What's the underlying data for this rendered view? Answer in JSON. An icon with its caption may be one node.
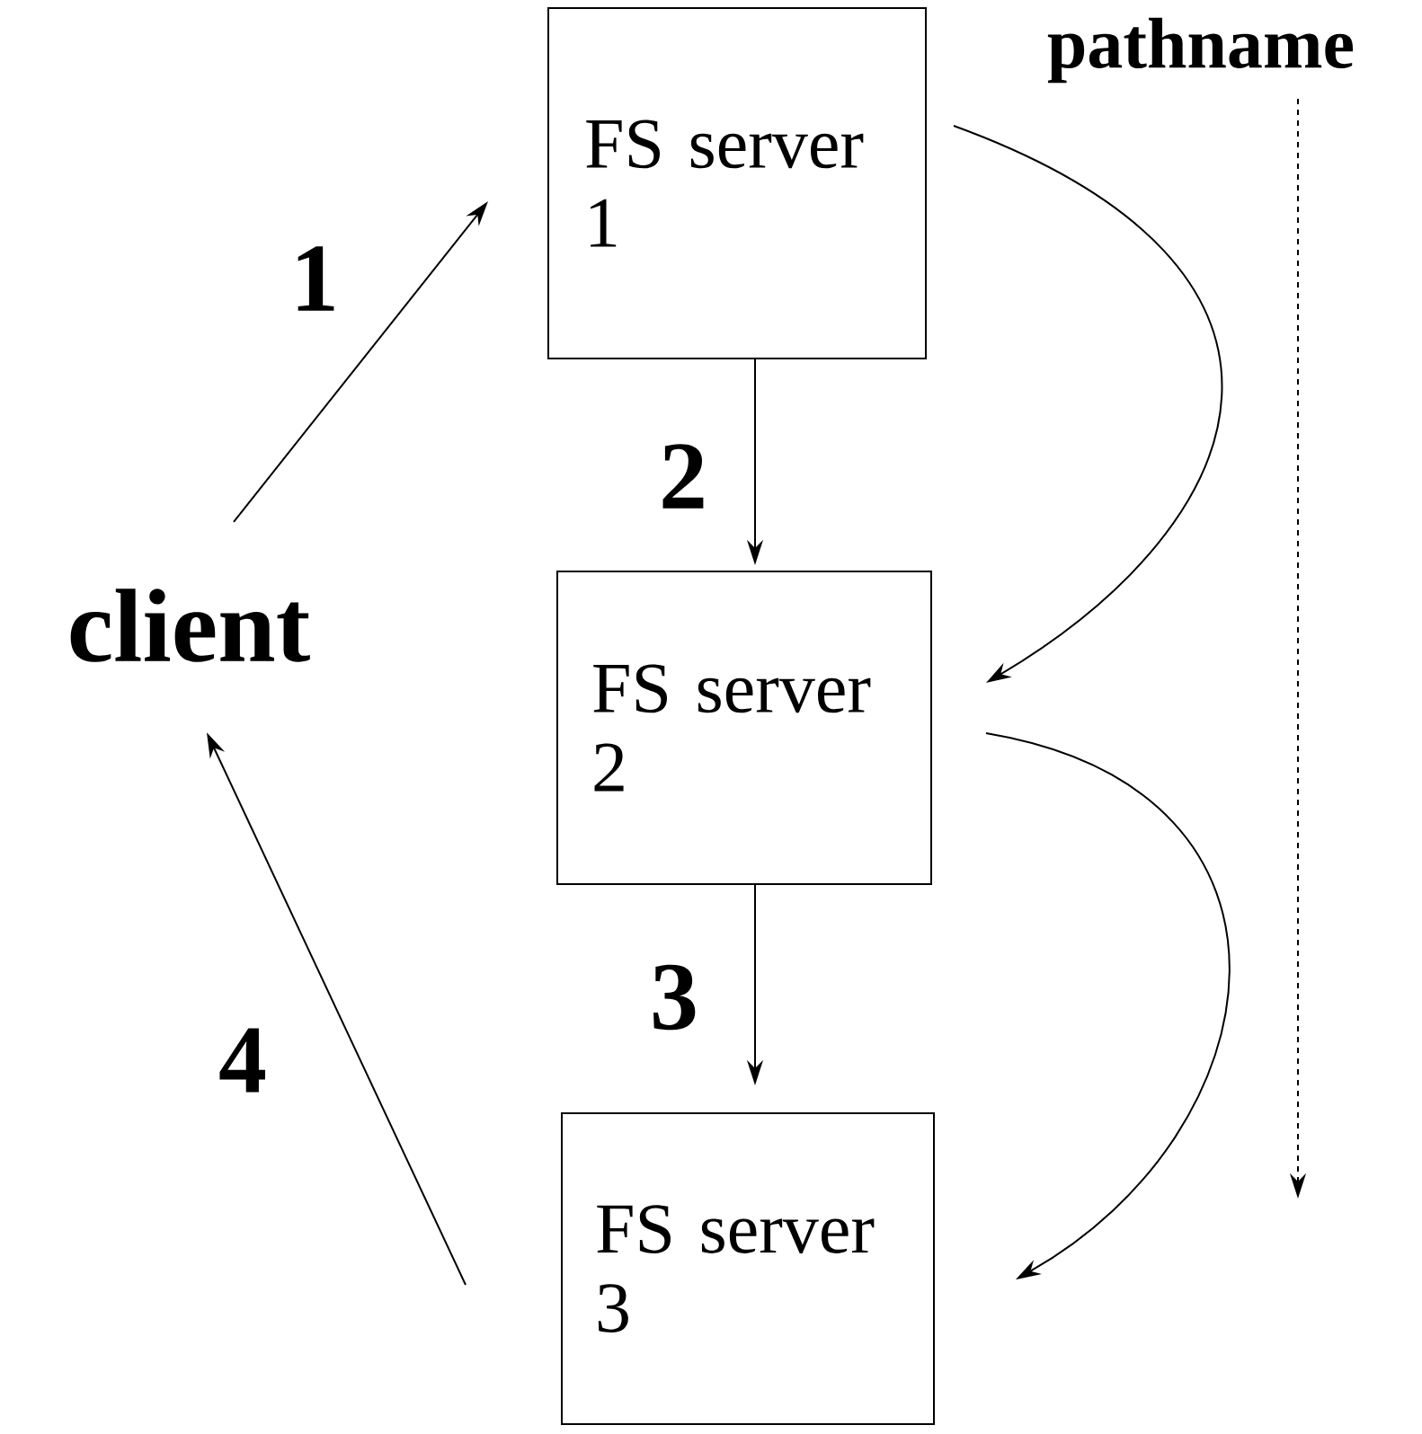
{
  "diagram": {
    "nodes": [
      {
        "text": [
          "client"
        ]
      },
      {
        "text": [
          "FS server 1"
        ]
      },
      {
        "text": [
          "FS server 2"
        ]
      },
      {
        "text": [
          "FS server 3"
        ]
      }
    ],
    "edges": [
      {
        "from": 0,
        "to": 1,
        "arrow": "to",
        "label": "1"
      },
      {
        "from": 1,
        "to": 2,
        "arrow": "to",
        "label": "2"
      },
      {
        "from": 2,
        "to": 3,
        "arrow": "to",
        "label": "3"
      },
      {
        "from": 3,
        "to": 0,
        "arrow": "to",
        "label": "4"
      },
      {
        "from": 1,
        "to": 2,
        "arrow": "to"
      },
      {
        "from": 2,
        "to": 3,
        "arrow": "to"
      }
    ],
    "labels": [
      "pathname"
    ]
  }
}
